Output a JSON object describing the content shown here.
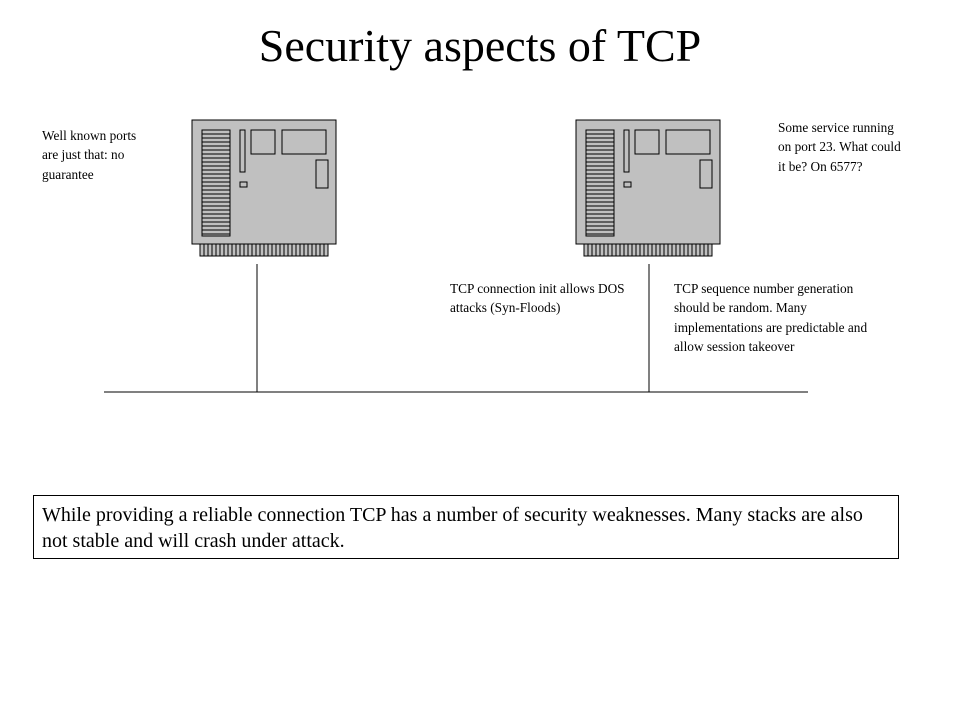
{
  "slide": {
    "title": "Security aspects of TCP",
    "notes": {
      "well_known_ports": "Well known ports are just that: no guarantee",
      "service_port": "Some service running on port 23. What could it be? On 6577?",
      "connection_init": "TCP connection init allows DOS attacks (Syn-Floods)",
      "sequence_number": "TCP sequence number generation should be random. Many implementations are predictable and allow session takeover"
    },
    "summary": "While providing a reliable connection TCP has a number of security weaknesses. Many stacks are also not stable and will crash under attack."
  },
  "colors": {
    "computer_fill": "#c0c0c0",
    "line": "#000000",
    "background": "#ffffff"
  },
  "icons": [
    "server-computer-icon"
  ]
}
